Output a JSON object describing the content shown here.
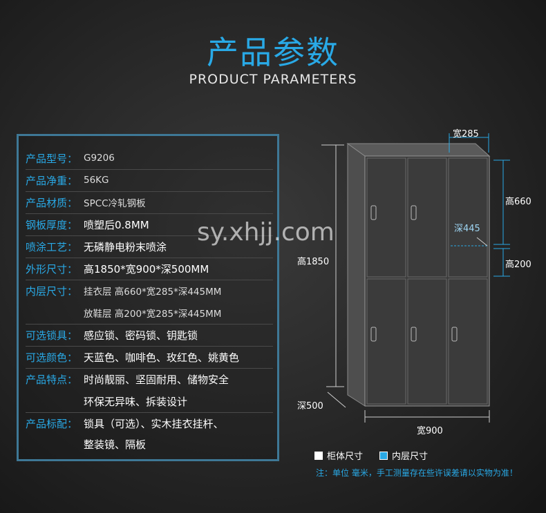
{
  "header": {
    "title_cn": "产品参数",
    "title_en": "PRODUCT PARAMETERS"
  },
  "watermark": "sy.xhjj.com",
  "params": [
    {
      "label": "产品型号：",
      "value": "G9206",
      "style": "sm"
    },
    {
      "label": "产品净重：",
      "value": "56KG",
      "style": "sm"
    },
    {
      "label": "产品材质：",
      "value": "SPCC冷轧钢板",
      "style": "sm"
    },
    {
      "label": "钢板厚度：",
      "value": "喷塑后0.8MM"
    },
    {
      "label": "喷涂工艺：",
      "value": "无磷静电粉末喷涂"
    },
    {
      "label": "外形尺寸：",
      "value": "高1850*宽900*深500MM"
    },
    {
      "label": "内层尺寸：",
      "value": "挂衣层  高660*宽285*深445MM",
      "style": "sm"
    },
    {
      "label": "",
      "value": "放鞋层  高200*宽285*深445MM",
      "style": "sm"
    },
    {
      "label": "可选锁具：",
      "value": "感应锁、密码锁、钥匙锁"
    },
    {
      "label": "可选颜色：",
      "value": "天蓝色、咖啡色、玫红色、姚黄色"
    },
    {
      "label": "产品特点：",
      "value": "时尚靓丽、坚固耐用、储物安全"
    },
    {
      "label": "",
      "value": "环保无异味、拆装设计"
    },
    {
      "label": "产品标配：",
      "value": "锁具（可选）、实木挂衣挂杆、"
    },
    {
      "label": "",
      "value": "整装镜、隔板"
    }
  ],
  "dimensions": {
    "width_285": "宽285",
    "height_660": "高660",
    "depth_445": "深445",
    "height_200": "高200",
    "height_1850": "高1850",
    "depth_500": "深500",
    "width_900": "宽900"
  },
  "legend": {
    "cabinet": "柜体尺寸",
    "inner": "内层尺寸",
    "cabinet_color": "#ffffff",
    "inner_color": "#29a9e6"
  },
  "note": "注：单位 毫米，手工测量存在些许误差请以实物为准！"
}
